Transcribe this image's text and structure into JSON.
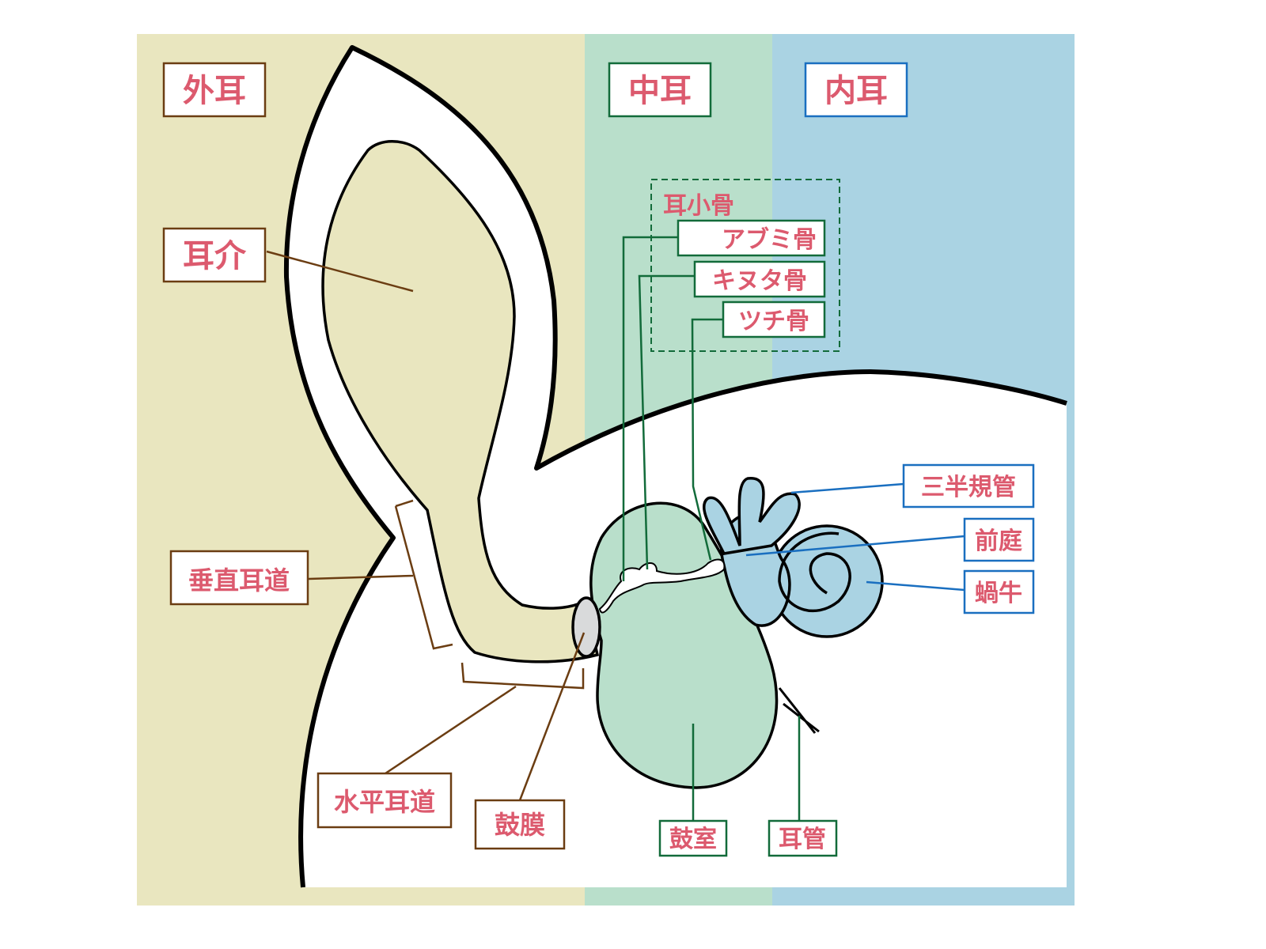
{
  "colors": {
    "outer": "#e9e6bf",
    "middle": "#b9dfcb",
    "inner": "#aad3e3",
    "brown": "#6b3d12",
    "green": "#126b3a",
    "blue": "#1a6fc0",
    "text": "#dc5a6e"
  },
  "regions": {
    "outer_ear": "外耳",
    "middle_ear": "中耳",
    "inner_ear": "内耳"
  },
  "labels": {
    "auricle": "耳介",
    "vertical_canal": "垂直耳道",
    "horizontal_canal": "水平耳道",
    "eardrum": "鼓膜",
    "ossicles": "耳小骨",
    "stapes": "アブミ骨",
    "incus": "キヌタ骨",
    "malleus": "ツチ骨",
    "tympanic_cavity": "鼓室",
    "eustachian_tube": "耳管",
    "semicircular_canals": "三半規管",
    "vestibule": "前庭",
    "cochlea": "蝸牛"
  }
}
